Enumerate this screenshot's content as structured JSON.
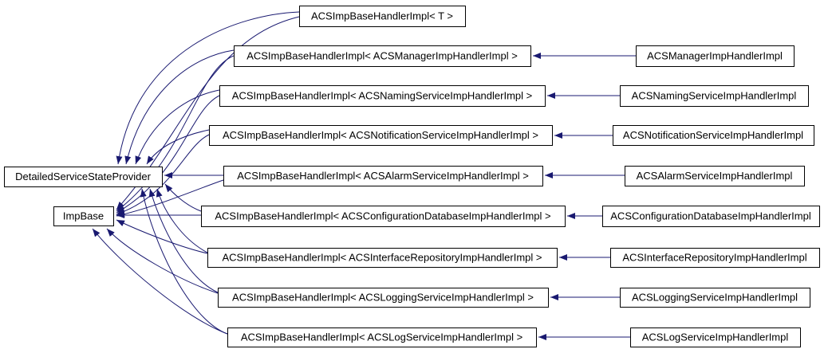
{
  "diagram": {
    "type": "class-inheritance-graph",
    "nodes": [
      {
        "id": "dssp",
        "role": "base-class",
        "label": "DetailedServiceStateProvider"
      },
      {
        "id": "impbase",
        "role": "base-class",
        "label": "ImpBase"
      },
      {
        "id": "t",
        "role": "template-class",
        "label": "ACSImpBaseHandlerImpl< T >"
      },
      {
        "id": "h_manager",
        "role": "template-instance",
        "label": "ACSImpBaseHandlerImpl< ACSManagerImpHandlerImpl >"
      },
      {
        "id": "h_naming",
        "role": "template-instance",
        "label": "ACSImpBaseHandlerImpl< ACSNamingServiceImpHandlerImpl >"
      },
      {
        "id": "h_notification",
        "role": "template-instance",
        "label": "ACSImpBaseHandlerImpl< ACSNotificationServiceImpHandlerImpl >"
      },
      {
        "id": "h_alarm",
        "role": "template-instance",
        "label": "ACSImpBaseHandlerImpl< ACSAlarmServiceImpHandlerImpl >"
      },
      {
        "id": "h_configdb",
        "role": "template-instance",
        "label": "ACSImpBaseHandlerImpl< ACSConfigurationDatabaseImpHandlerImpl >"
      },
      {
        "id": "h_irepo",
        "role": "template-instance",
        "label": "ACSImpBaseHandlerImpl< ACSInterfaceRepositoryImpHandlerImpl >"
      },
      {
        "id": "h_logging",
        "role": "template-instance",
        "label": "ACSImpBaseHandlerImpl< ACSLoggingServiceImpHandlerImpl >"
      },
      {
        "id": "h_logsvc",
        "role": "template-instance",
        "label": "ACSImpBaseHandlerImpl< ACSLogServiceImpHandlerImpl >"
      },
      {
        "id": "c_manager",
        "role": "derived-class",
        "label": "ACSManagerImpHandlerImpl"
      },
      {
        "id": "c_naming",
        "role": "derived-class",
        "label": "ACSNamingServiceImpHandlerImpl"
      },
      {
        "id": "c_notification",
        "role": "derived-class",
        "label": "ACSNotificationServiceImpHandlerImpl"
      },
      {
        "id": "c_alarm",
        "role": "derived-class",
        "label": "ACSAlarmServiceImpHandlerImpl"
      },
      {
        "id": "c_configdb",
        "role": "derived-class",
        "label": "ACSConfigurationDatabaseImpHandlerImpl"
      },
      {
        "id": "c_irepo",
        "role": "derived-class",
        "label": "ACSInterfaceRepositoryImpHandlerImpl"
      },
      {
        "id": "c_logging",
        "role": "derived-class",
        "label": "ACSLoggingServiceImpHandlerImpl"
      },
      {
        "id": "c_logsvc",
        "role": "derived-class",
        "label": "ACSLogServiceImpHandlerImpl"
      }
    ],
    "edges": [
      {
        "from": "t",
        "to": "dssp"
      },
      {
        "from": "t",
        "to": "impbase"
      },
      {
        "from": "h_manager",
        "to": "dssp"
      },
      {
        "from": "h_manager",
        "to": "impbase"
      },
      {
        "from": "h_naming",
        "to": "dssp"
      },
      {
        "from": "h_naming",
        "to": "impbase"
      },
      {
        "from": "h_notification",
        "to": "dssp"
      },
      {
        "from": "h_notification",
        "to": "impbase"
      },
      {
        "from": "h_alarm",
        "to": "dssp"
      },
      {
        "from": "h_alarm",
        "to": "impbase"
      },
      {
        "from": "h_configdb",
        "to": "dssp"
      },
      {
        "from": "h_configdb",
        "to": "impbase"
      },
      {
        "from": "h_irepo",
        "to": "dssp"
      },
      {
        "from": "h_irepo",
        "to": "impbase"
      },
      {
        "from": "h_logging",
        "to": "dssp"
      },
      {
        "from": "h_logging",
        "to": "impbase"
      },
      {
        "from": "h_logsvc",
        "to": "dssp"
      },
      {
        "from": "h_logsvc",
        "to": "impbase"
      },
      {
        "from": "c_manager",
        "to": "h_manager"
      },
      {
        "from": "c_naming",
        "to": "h_naming"
      },
      {
        "from": "c_notification",
        "to": "h_notification"
      },
      {
        "from": "c_alarm",
        "to": "h_alarm"
      },
      {
        "from": "c_configdb",
        "to": "h_configdb"
      },
      {
        "from": "c_irepo",
        "to": "h_irepo"
      },
      {
        "from": "c_logging",
        "to": "h_logging"
      },
      {
        "from": "c_logsvc",
        "to": "h_logsvc"
      }
    ]
  },
  "colors": {
    "edge": "#191970",
    "box_border": "#000000",
    "box_fill": "#ffffff",
    "text": "#000000",
    "background": "#ffffff"
  }
}
